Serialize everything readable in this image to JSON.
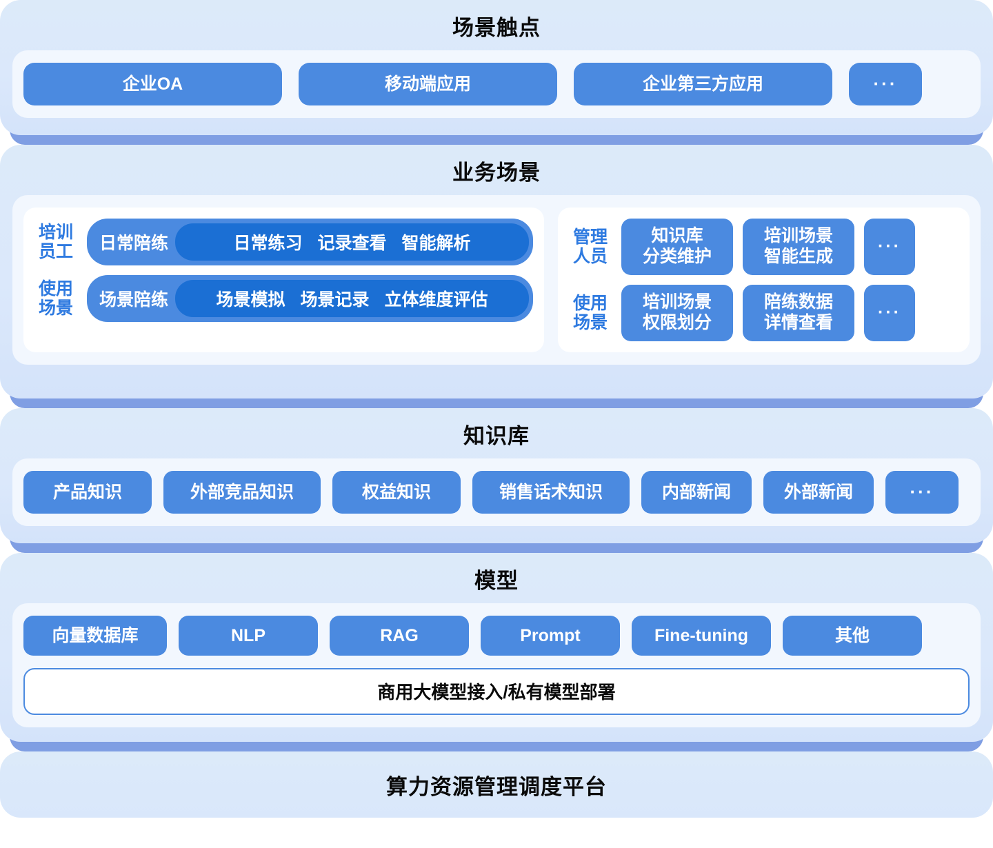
{
  "colors": {
    "layer_bg": "#dceaf9",
    "layer_base": "#7f9ee3",
    "panel_bg": "#f2f7fe",
    "card_bg": "#ffffff",
    "pill": "#4b8ae0",
    "pill_inner": "#1b6fd4",
    "label_blue": "#2e7ae0",
    "heading": "#0a0a0a"
  },
  "layers": {
    "touchpoints": {
      "title": "场景触点",
      "items": [
        {
          "label": "企业OA"
        },
        {
          "label": "移动端应用"
        },
        {
          "label": "企业第三方应用"
        },
        {
          "label": "···"
        }
      ]
    },
    "business": {
      "title": "业务场景",
      "left_card": {
        "rows": [
          {
            "role": "培训\n员工",
            "capsule_label": "日常陪练",
            "sub_items": [
              "日常练习",
              "记录查看",
              "智能解析"
            ]
          },
          {
            "role": "使用\n场景",
            "capsule_label": "场景陪练",
            "sub_items": [
              "场景模拟",
              "场景记录",
              "立体维度评估"
            ]
          }
        ]
      },
      "right_card": {
        "rows": [
          {
            "role": "管理\n人员",
            "tiles": [
              "知识库\n分类维护",
              "培训场景\n智能生成",
              "···"
            ]
          },
          {
            "role": "使用\n场景",
            "tiles": [
              "培训场景\n权限划分",
              "陪练数据\n详情查看",
              "···"
            ]
          }
        ]
      }
    },
    "knowledge": {
      "title": "知识库",
      "items": [
        {
          "label": "产品知识"
        },
        {
          "label": "外部竞品知识"
        },
        {
          "label": "权益知识"
        },
        {
          "label": "销售话术知识"
        },
        {
          "label": "内部新闻"
        },
        {
          "label": "外部新闻"
        },
        {
          "label": "···"
        }
      ]
    },
    "model": {
      "title": "模型",
      "items": [
        {
          "label": "向量数据库"
        },
        {
          "label": "NLP"
        },
        {
          "label": "RAG"
        },
        {
          "label": "Prompt"
        },
        {
          "label": "Fine-tuning"
        },
        {
          "label": "其他"
        }
      ],
      "deployment": "商用大模型接入/私有模型部署"
    },
    "platform": {
      "title": "算力资源管理调度平台"
    }
  }
}
